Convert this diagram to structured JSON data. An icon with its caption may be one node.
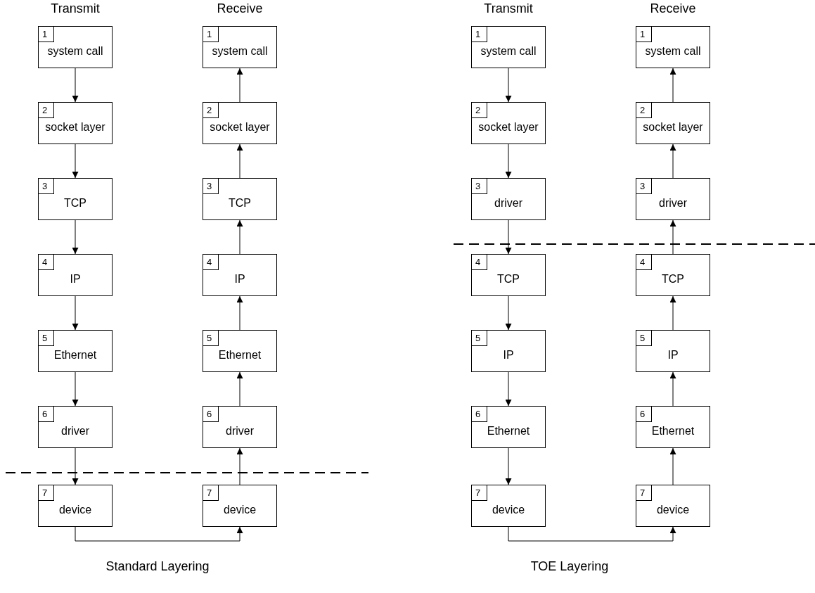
{
  "diagram": {
    "nodes": [
      {
        "text": [
          "1",
          "system call"
        ]
      },
      {
        "text": [
          "2",
          "socket layer"
        ]
      },
      {
        "text": [
          "3",
          "TCP"
        ]
      },
      {
        "text": [
          "4",
          "IP"
        ]
      },
      {
        "text": [
          "5",
          "Ethernet"
        ]
      },
      {
        "text": [
          "6",
          "driver"
        ]
      },
      {
        "text": [
          "7",
          "device"
        ]
      },
      {
        "text": [
          "1",
          "system call"
        ]
      },
      {
        "text": [
          "2",
          "socket layer"
        ]
      },
      {
        "text": [
          "3",
          "TCP"
        ]
      },
      {
        "text": [
          "4",
          "IP"
        ]
      },
      {
        "text": [
          "5",
          "Ethernet"
        ]
      },
      {
        "text": [
          "6",
          "driver"
        ]
      },
      {
        "text": [
          "7",
          "device"
        ]
      },
      {
        "text": [
          "1",
          "system call"
        ]
      },
      {
        "text": [
          "2",
          "socket layer"
        ]
      },
      {
        "text": [
          "3",
          "driver"
        ]
      },
      {
        "text": [
          "4",
          "TCP"
        ]
      },
      {
        "text": [
          "5",
          "IP"
        ]
      },
      {
        "text": [
          "6",
          "Ethernet"
        ]
      },
      {
        "text": [
          "7",
          "device"
        ]
      },
      {
        "text": [
          "1",
          "system call"
        ]
      },
      {
        "text": [
          "2",
          "socket layer"
        ]
      },
      {
        "text": [
          "3",
          "driver"
        ]
      },
      {
        "text": [
          "4",
          "TCP"
        ]
      },
      {
        "text": [
          "5",
          "IP"
        ]
      },
      {
        "text": [
          "6",
          "Ethernet"
        ]
      },
      {
        "text": [
          "7",
          "device"
        ]
      }
    ],
    "edges": [
      {
        "from": 0,
        "to": 1,
        "arrow": "to"
      },
      {
        "from": 1,
        "to": 2,
        "arrow": "to"
      },
      {
        "from": 2,
        "to": 3,
        "arrow": "to"
      },
      {
        "from": 3,
        "to": 4,
        "arrow": "to"
      },
      {
        "from": 4,
        "to": 5,
        "arrow": "to"
      },
      {
        "from": 5,
        "to": 6,
        "arrow": "to"
      },
      {
        "from": 8,
        "to": 7,
        "arrow": "to"
      },
      {
        "from": 9,
        "to": 8,
        "arrow": "to"
      },
      {
        "from": 10,
        "to": 9,
        "arrow": "to"
      },
      {
        "from": 11,
        "to": 10,
        "arrow": "to"
      },
      {
        "from": 12,
        "to": 11,
        "arrow": "to"
      },
      {
        "from": 13,
        "to": 12,
        "arrow": "to"
      },
      {
        "from": 6,
        "to": 13,
        "arrow": "to"
      },
      {
        "from": 14,
        "to": 15,
        "arrow": "to"
      },
      {
        "from": 15,
        "to": 16,
        "arrow": "to"
      },
      {
        "from": 16,
        "to": 17,
        "arrow": "to"
      },
      {
        "from": 17,
        "to": 18,
        "arrow": "to"
      },
      {
        "from": 18,
        "to": 19,
        "arrow": "to"
      },
      {
        "from": 19,
        "to": 20,
        "arrow": "to"
      },
      {
        "from": 22,
        "to": 21,
        "arrow": "to"
      },
      {
        "from": 23,
        "to": 22,
        "arrow": "to"
      },
      {
        "from": 24,
        "to": 23,
        "arrow": "to"
      },
      {
        "from": 25,
        "to": 24,
        "arrow": "to"
      },
      {
        "from": 26,
        "to": 25,
        "arrow": "to"
      },
      {
        "from": 27,
        "to": 26,
        "arrow": "to"
      },
      {
        "from": 20,
        "to": 27,
        "arrow": "to"
      }
    ],
    "labels": [
      "Transmit",
      "Receive",
      "Transmit",
      "Receive",
      "Standard Layering",
      "TOE Layering"
    ]
  }
}
